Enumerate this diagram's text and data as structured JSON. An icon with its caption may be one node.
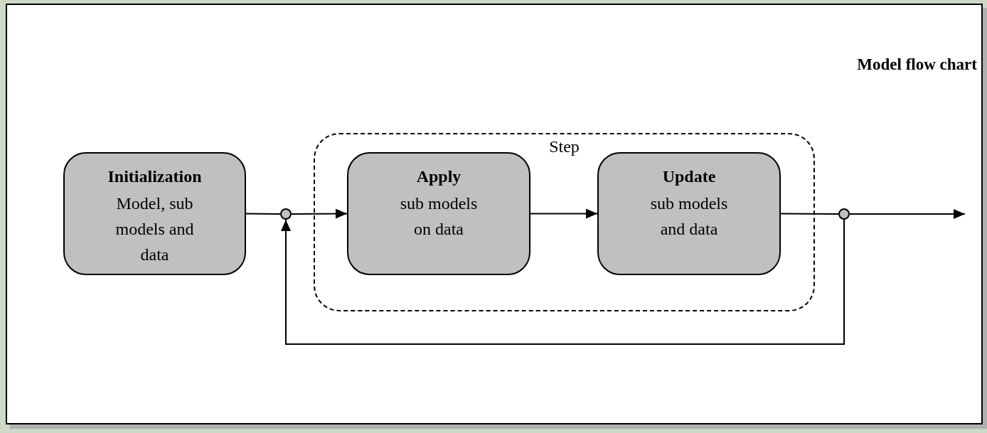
{
  "diagram": {
    "title": "Model flow chart",
    "nodes": [
      {
        "text": [
          "Initialization",
          "Model, sub models and data"
        ]
      },
      {
        "text": [],
        "shape": "circle"
      },
      {
        "text": [
          "Step"
        ]
      },
      {
        "text": [
          "Apply",
          "sub models on data"
        ],
        "in": 2
      },
      {
        "text": [
          "Update",
          "sub models and data"
        ],
        "in": 2
      },
      {
        "text": [],
        "shape": "circle"
      }
    ],
    "edges": [
      {
        "from": 0,
        "to": 1,
        "arrow": "none"
      },
      {
        "from": 1,
        "to": 3,
        "arrow": "to"
      },
      {
        "from": 3,
        "to": 4,
        "arrow": "to"
      },
      {
        "from": 4,
        "to": 5,
        "arrow": "none"
      },
      {
        "from": 5,
        "to": null,
        "arrow": "to"
      },
      {
        "from": 5,
        "to": 1,
        "arrow": "to"
      }
    ]
  }
}
